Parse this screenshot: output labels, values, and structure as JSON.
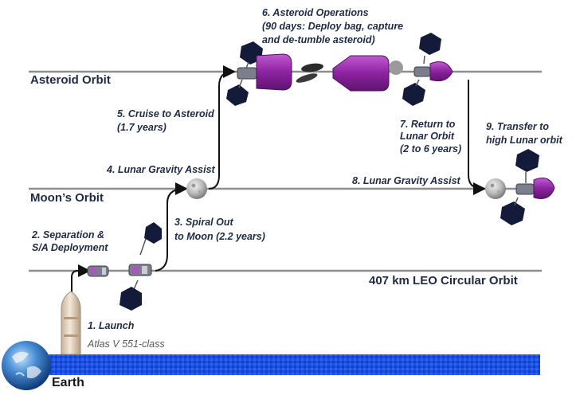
{
  "orbits": {
    "asteroid": "Asteroid Orbit",
    "moon": "Moon’s Orbit",
    "leo": "407 km LEO Circular Orbit"
  },
  "earth_label": "Earth",
  "steps": {
    "s1_title": "1. Launch",
    "s1_sub": "Atlas V 551-class",
    "s2_line1": "2. Separation &",
    "s2_line2": "S/A Deployment",
    "s3_line1": "3. Spiral Out",
    "s3_line2": "to Moon (2.2 years)",
    "s4": "4. Lunar Gravity Assist",
    "s5_line1": "5. Cruise to Asteroid",
    "s5_line2": "(1.7 years)",
    "s6_line1": "6. Asteroid Operations",
    "s6_line2": "(90 days: Deploy bag, capture",
    "s6_line3": "and de-tumble asteroid)",
    "s7_line1": "7. Return to",
    "s7_line2": "Lunar Orbit",
    "s7_line3": "(2 to 6 years)",
    "s8": "8. Lunar Gravity Assist",
    "s9_line1": "9. Transfer to",
    "s9_line2": "high Lunar orbit"
  },
  "colors": {
    "orbit_line": "#8e8e8e",
    "trajectory": "#111111",
    "text": "#1f2a44",
    "solar_panel": "#141b3a",
    "capture_bag": "#8a1f9b",
    "earth_band": "#1d4fe0"
  }
}
